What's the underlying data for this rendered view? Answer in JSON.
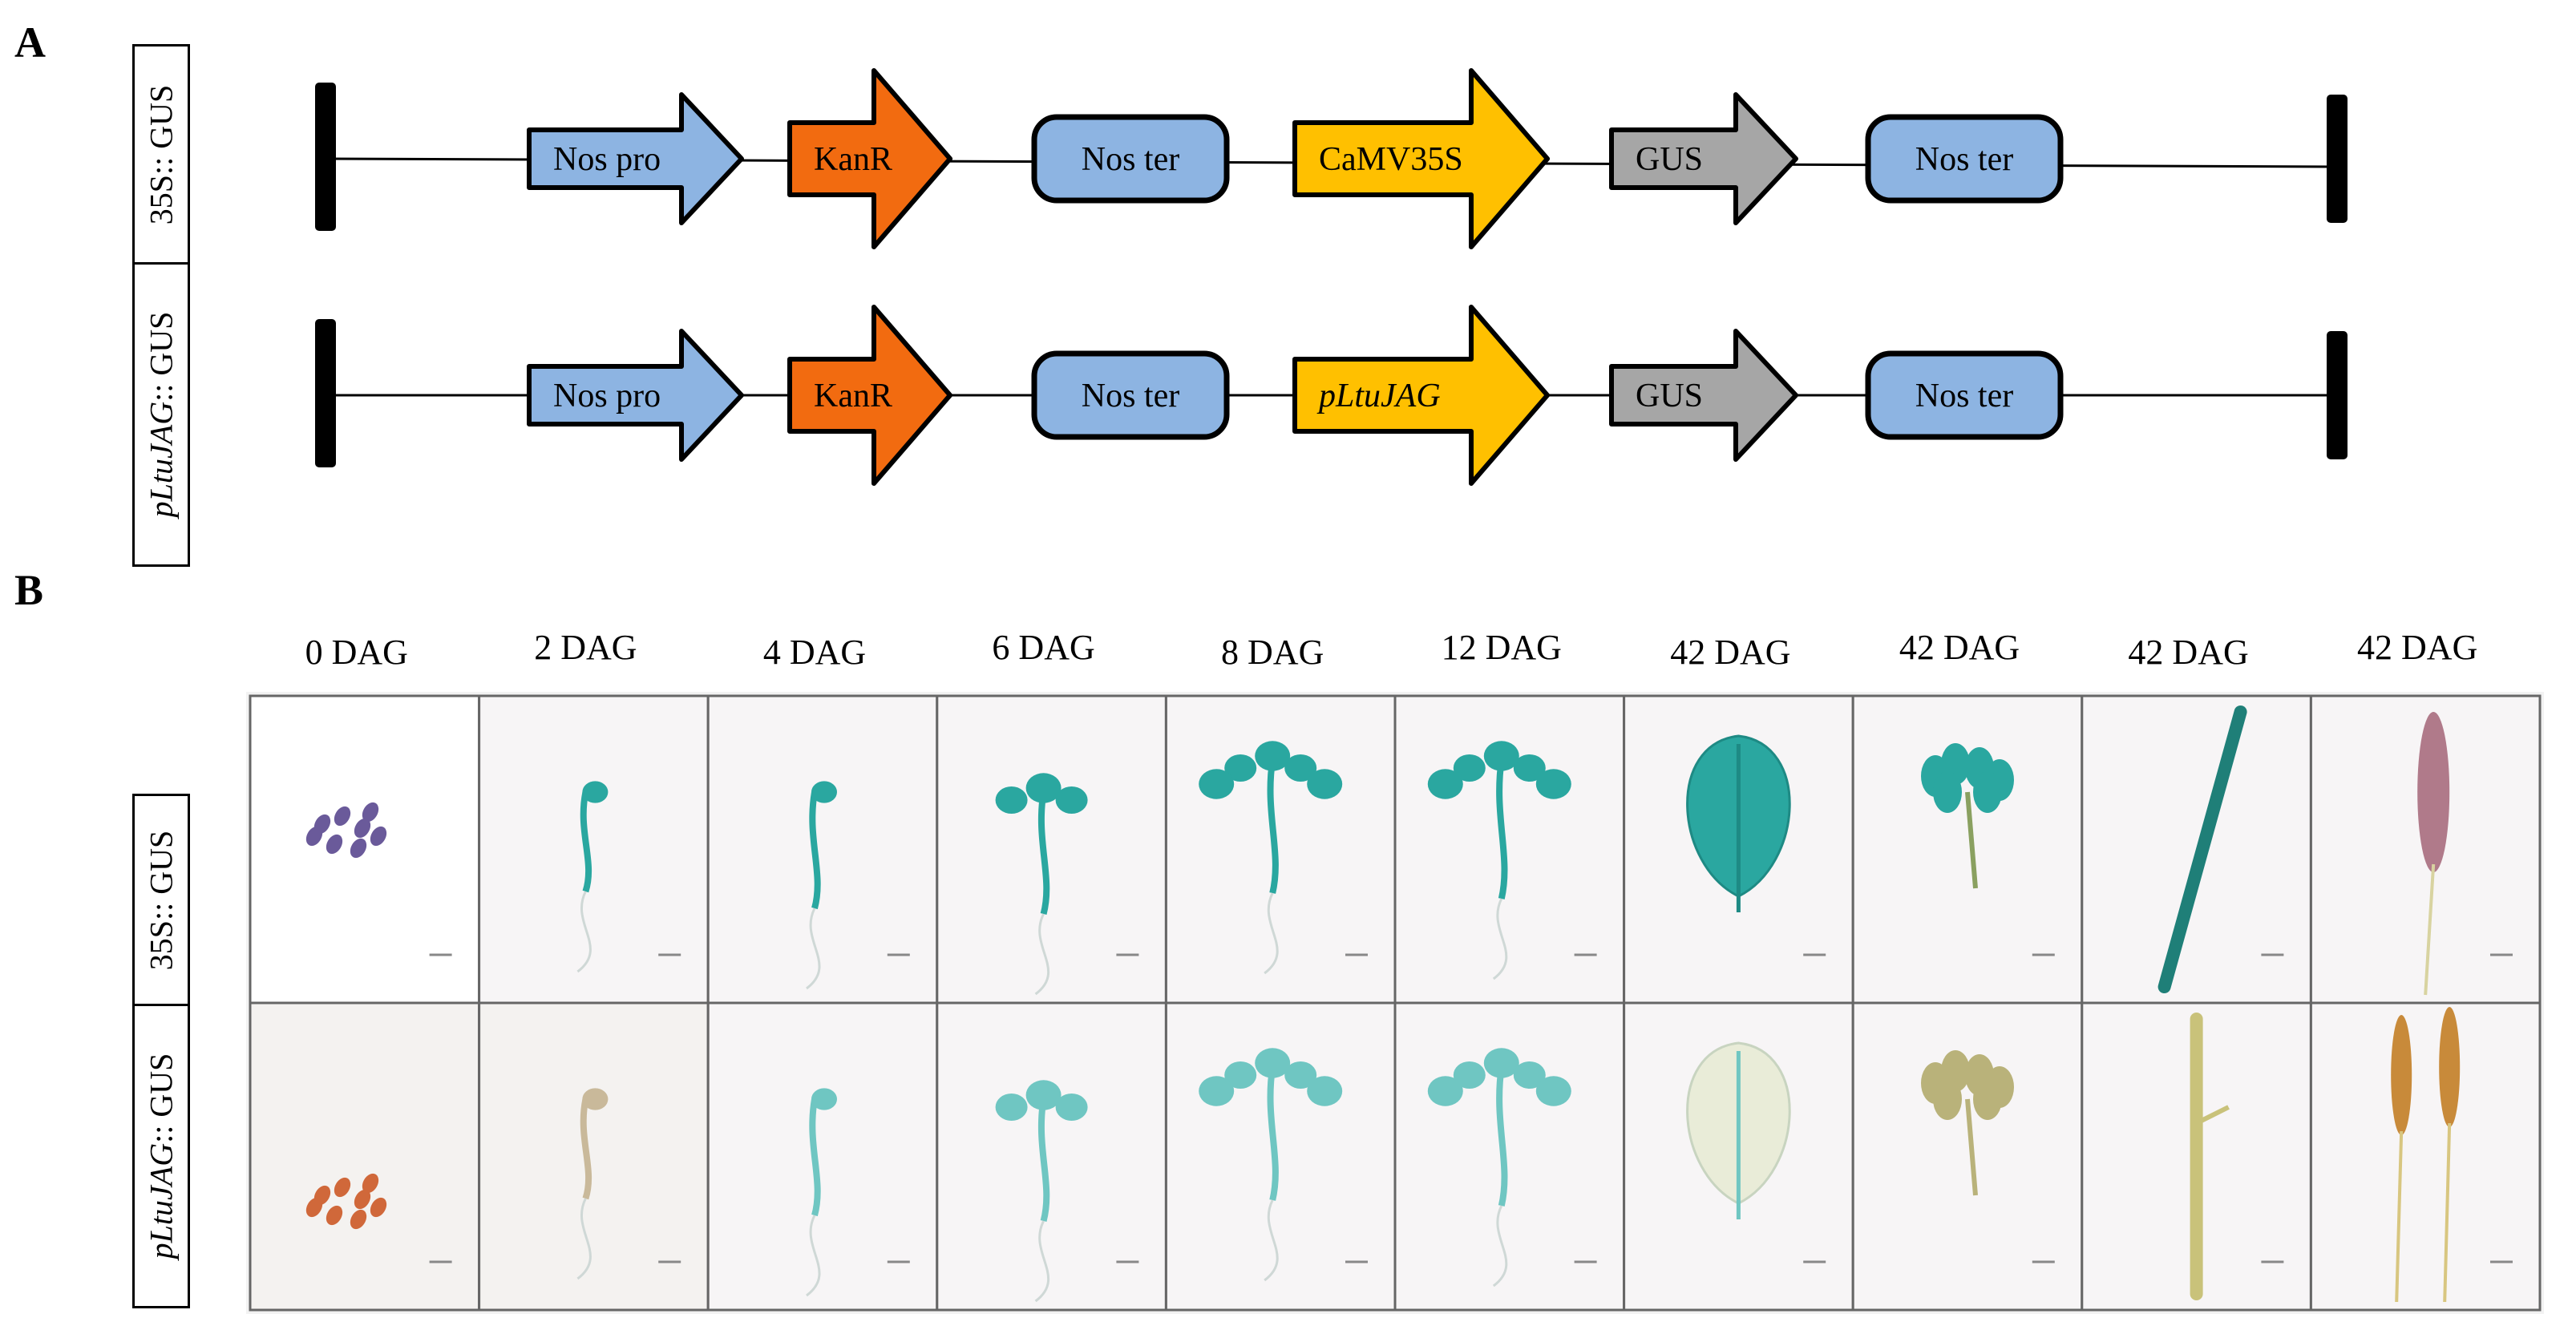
{
  "panels": {
    "a": "A",
    "b": "B"
  },
  "row_labels": {
    "construct_35s": "35S:: GUS",
    "construct_pltu_prefix": "pLtuJAG",
    "construct_pltu_suffix": ":: GUS",
    "grid_35s": "35S:: GUS",
    "grid_pltu_prefix": "pLtuJAG",
    "grid_pltu_suffix": ":: GUS"
  },
  "construct_35s": {
    "elements": [
      {
        "label": "Nos pro",
        "shape": "arrow",
        "color": "#8DB4E2"
      },
      {
        "label": "KanR",
        "shape": "arrow",
        "color": "#F26B10"
      },
      {
        "label": "Nos ter",
        "shape": "terminator",
        "color": "#8DB4E2"
      },
      {
        "label": "CaMV35S",
        "shape": "arrow",
        "color": "#FFC000"
      },
      {
        "label": "GUS",
        "shape": "arrow",
        "color": "#A6A6A6"
      },
      {
        "label": "Nos ter",
        "shape": "terminator",
        "color": "#8DB4E2"
      }
    ]
  },
  "construct_pltu": {
    "elements": [
      {
        "label": "Nos  pro",
        "shape": "arrow",
        "color": "#8DB4E2"
      },
      {
        "label": "KanR",
        "shape": "arrow",
        "color": "#F26B10"
      },
      {
        "label": "Nos ter",
        "shape": "terminator",
        "color": "#8DB4E2"
      },
      {
        "label": "pLtuJAG",
        "shape": "arrow",
        "color": "#FFC000",
        "italic": true
      },
      {
        "label": "GUS",
        "shape": "arrow",
        "color": "#A6A6A6"
      },
      {
        "label": "Nos ter",
        "shape": "terminator",
        "color": "#8DB4E2"
      }
    ]
  },
  "columns": [
    "0 DAG",
    "2 DAG",
    "4 DAG",
    "6 DAG",
    "8 DAG",
    "12 DAG",
    "42 DAG",
    "42 DAG",
    "42 DAG",
    "42 DAG"
  ],
  "column_subjects": [
    "seeds",
    "seedling",
    "seedling",
    "seedling",
    "seedling",
    "seedling",
    "leaf",
    "flowers",
    "stem",
    "spike"
  ],
  "stain_colors": {
    "strong_blue": "#2AA7A0",
    "light_blue": "#6FC6C2",
    "seed_35s": "#6A5A9A",
    "seed_pltu": "#D0683A",
    "stem_plain": "#C9C27A",
    "spike_brown": "#C88A3A",
    "spike_dotted": "#B07A8A"
  }
}
